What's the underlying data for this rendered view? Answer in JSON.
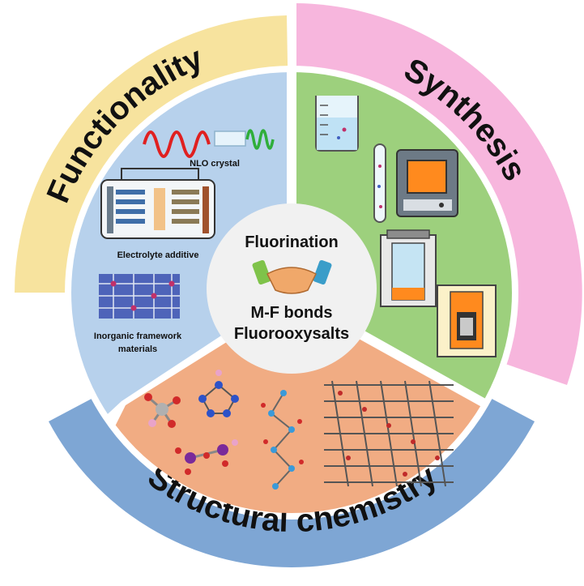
{
  "outer_ring": {
    "functionality": {
      "label": "Functionality",
      "color": "#f7e39e"
    },
    "synthesis": {
      "label": "Synthesis",
      "color": "#f7b6dd"
    },
    "structural": {
      "label": "Structural chemistry",
      "color": "#7ea6d4"
    }
  },
  "inner_sectors": {
    "functionality_bg": "#b7d1ec",
    "synthesis_bg": "#9dd07d",
    "structural_bg": "#f1ac83"
  },
  "center": {
    "line1": "Fluorination",
    "line2": "M-F bonds",
    "line3": "Fluorooxysalts",
    "circle_color": "#f1f1f1"
  },
  "functionality_items": {
    "nlo": "NLO crystal",
    "electrolyte": "Electrolyte additive",
    "framework_line1": "Inorganic framework",
    "framework_line2": "materials"
  },
  "icons": {
    "handshake": "handshake-icon",
    "beaker": "beaker-icon",
    "test_tube": "test-tube-icon",
    "furnace": "muffle-furnace-icon",
    "hydrothermal": "hydrothermal-reactor-icon",
    "autoclave": "autoclave-icon"
  }
}
